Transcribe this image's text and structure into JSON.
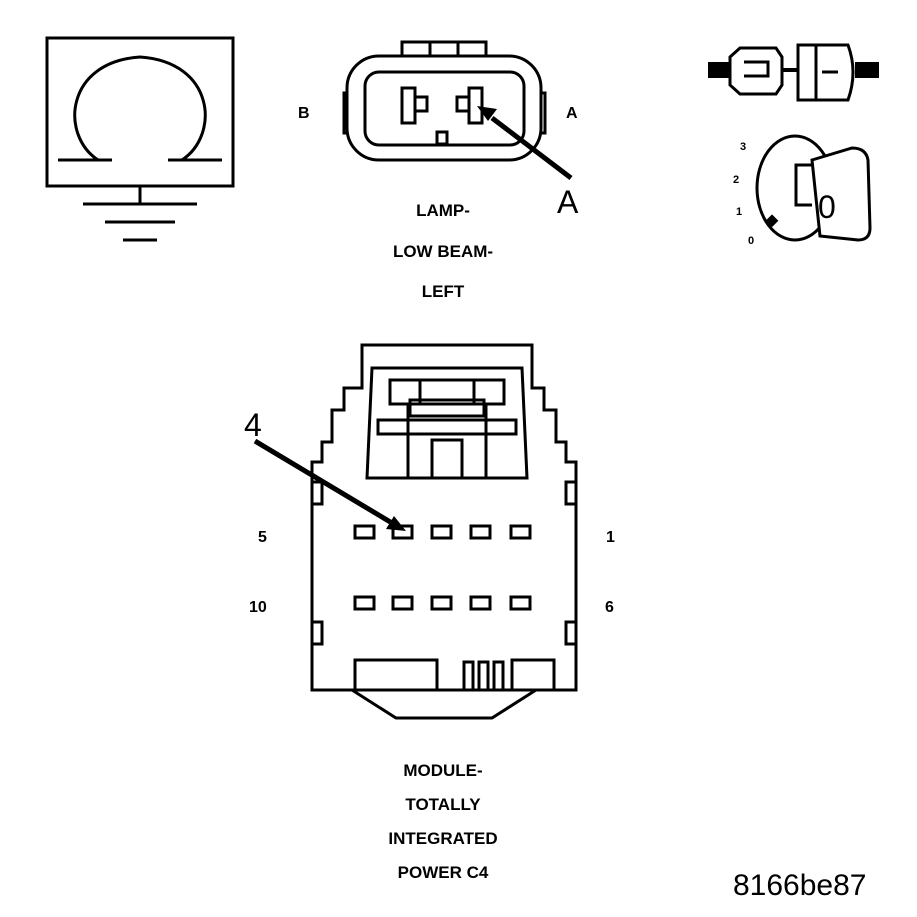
{
  "lamp_connector": {
    "pin_left": "B",
    "pin_right": "A",
    "callout": "A",
    "caption_lines": [
      "LAMP-",
      "LOW BEAM-",
      "LEFT"
    ]
  },
  "key_switch": {
    "positions": [
      "3",
      "2",
      "1",
      "0"
    ],
    "key_label": "0"
  },
  "module_connector": {
    "callout": "4",
    "pin_top_left": "5",
    "pin_top_right": "1",
    "pin_bottom_left": "10",
    "pin_bottom_right": "6",
    "caption_lines": [
      "MODULE-",
      "TOTALLY",
      "INTEGRATED",
      "POWER C4"
    ]
  },
  "figure_id": "8166be87",
  "colors": {
    "ink": "#000000",
    "background": "#ffffff"
  }
}
